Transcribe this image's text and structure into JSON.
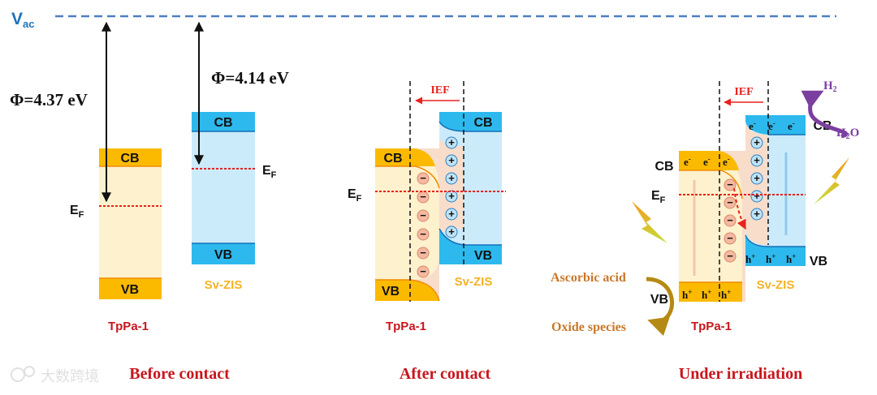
{
  "vacuum": {
    "label": "V",
    "sub": "ac"
  },
  "before": {
    "title": "Before contact",
    "phi_tppa": "Φ=4.37 eV",
    "phi_zis": "Φ=4.14 eV",
    "tppa": {
      "cb": "CB",
      "vb": "VB",
      "ef": "E",
      "ef_sub": "F",
      "name": "TpPa-1"
    },
    "zis": {
      "cb": "CB",
      "vb": "VB",
      "ef": "E",
      "ef_sub": "F",
      "name": "Sv-ZIS"
    }
  },
  "after": {
    "title": "After contact",
    "ief": "IEF",
    "tppa": {
      "cb": "CB",
      "vb": "VB",
      "ef": "E",
      "ef_sub": "F",
      "name": "TpPa-1"
    },
    "zis": {
      "cb": "CB",
      "vb": "VB",
      "name": "Sv-ZIS"
    }
  },
  "irradiation": {
    "title": "Under irradiation",
    "ief": "IEF",
    "tppa": {
      "cb": "CB",
      "vb": "VB",
      "ef": "E",
      "ef_sub": "F",
      "name": "TpPa-1"
    },
    "zis": {
      "cb": "CB",
      "vb": "VB",
      "name": "Sv-ZIS"
    },
    "electron": "e",
    "hole": "h",
    "h2": "H",
    "h2o": "H",
    "two": "2",
    "oxygen": "O",
    "ascorbic": "Ascorbic acid",
    "oxide": "Oxide species"
  },
  "watermark": "大数跨境",
  "colors": {
    "tppa_band": "#FBBA00",
    "tppa_body": "#FEF1CE",
    "zis_band": "#2DB9ED",
    "zis_body": "#CCEBFA",
    "ef_line": "#E8221E",
    "title_red": "#C8161D",
    "vac_blue": "#4D7FC2",
    "zis_label": "#F4B324"
  }
}
